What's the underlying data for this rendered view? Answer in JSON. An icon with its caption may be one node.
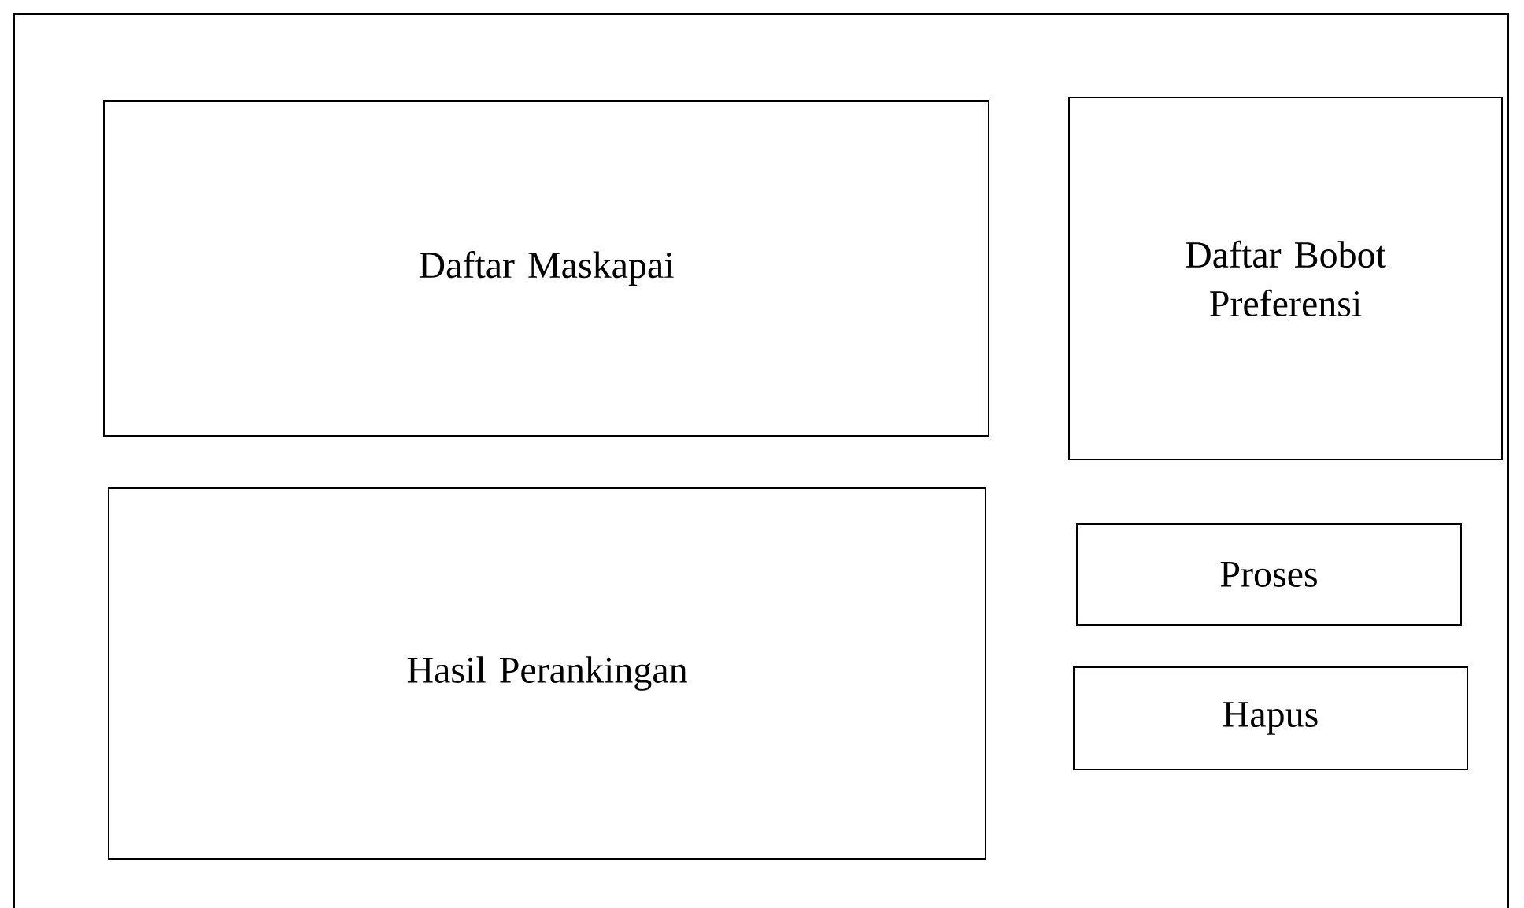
{
  "diagram": {
    "nodes": [
      {
        "text": [],
        "shape": "box"
      },
      {
        "text": [
          "Daftar Maskapai"
        ],
        "in": 0
      },
      {
        "text": [
          "Daftar Bobot Preferensi"
        ],
        "in": 0
      },
      {
        "text": [
          "Hasil Perankingan"
        ],
        "in": 0
      },
      {
        "text": [
          "Proses"
        ],
        "in": 0
      },
      {
        "text": [
          "Hapus"
        ],
        "in": 0
      }
    ]
  }
}
